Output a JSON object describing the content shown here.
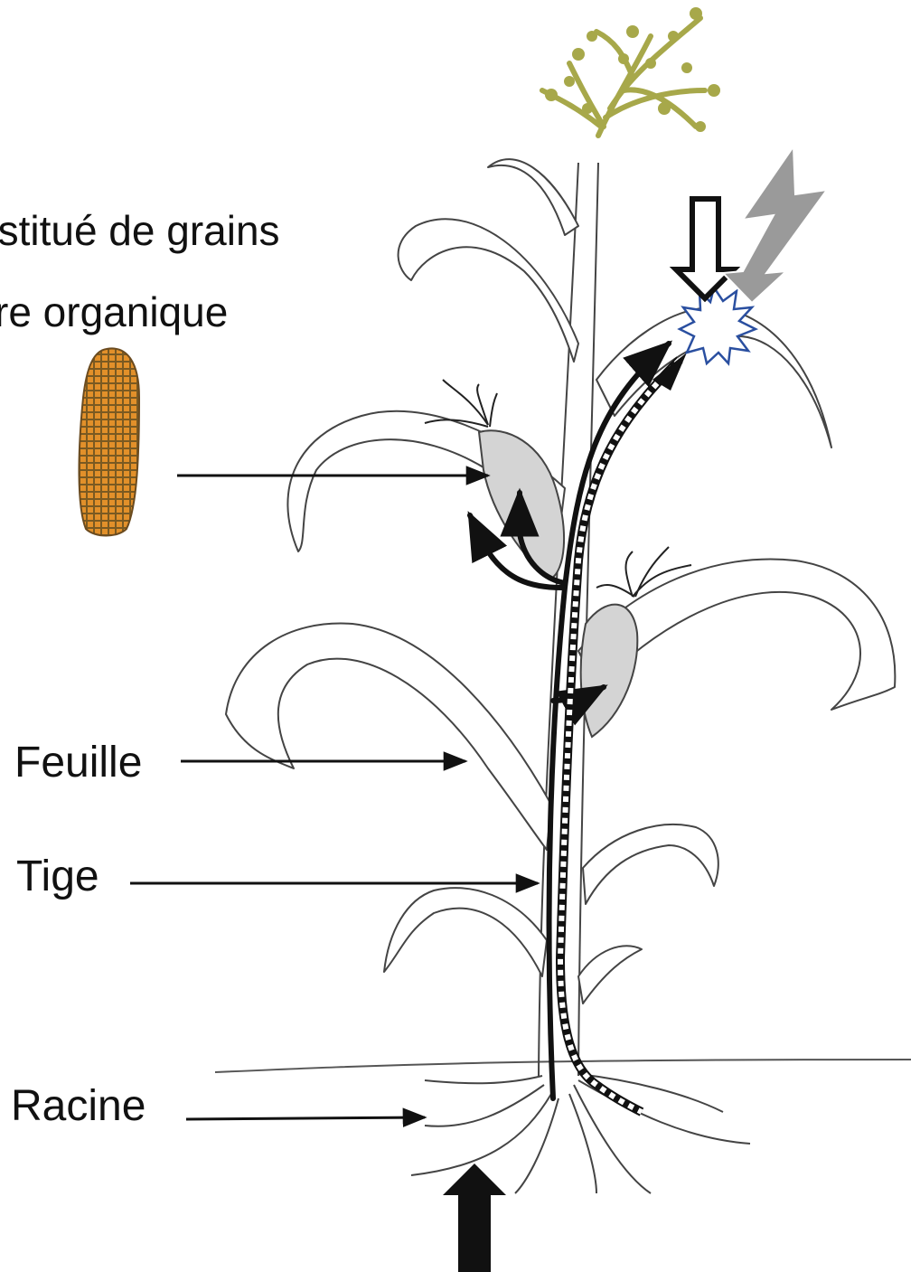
{
  "labels": {
    "top_line1": "nstitué de grains",
    "top_line2": "re organique",
    "leaf": "Feuille",
    "stem": "Tige",
    "root": "Racine"
  },
  "colors": {
    "line": "#111111",
    "plant_outline": "#444444",
    "ear_fill": "#d4d4d4",
    "tassel": "#a7a84a",
    "lightning": "#9a9a9a",
    "corn_kernel": "#e2902a",
    "corn_outline": "#6b4b1f"
  },
  "icons": [
    "corn-cob-icon",
    "lightning-icon",
    "sun-burst-icon",
    "input-arrow-icon",
    "root-uptake-arrow-icon"
  ]
}
